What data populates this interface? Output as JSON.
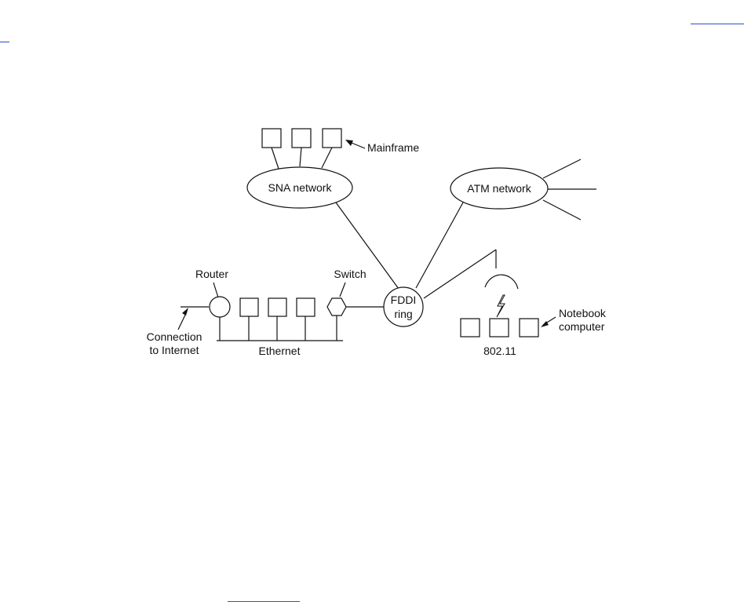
{
  "labels": {
    "mainframe": "Mainframe",
    "sna": "SNA network",
    "atm": "ATM network",
    "router": "Router",
    "switch": "Switch",
    "fddi_line1": "FDDI",
    "fddi_line2": "ring",
    "notebook_line1": "Notebook",
    "notebook_line2": "computer",
    "connection_line1": "Connection",
    "connection_line2": "to Internet",
    "ethernet": "Ethernet",
    "wireless": "802.11"
  },
  "colors": {
    "ink": "#111111",
    "link": "#2a4fcf"
  }
}
